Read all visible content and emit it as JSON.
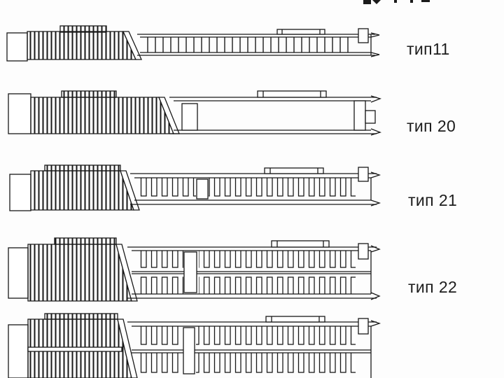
{
  "diagram": {
    "rows": [
      {
        "id": "type-11",
        "label": "тип11"
      },
      {
        "id": "type-20",
        "label": "тип 20"
      },
      {
        "id": "type-21",
        "label": "тип 21"
      },
      {
        "id": "type-22",
        "label": "тип 22"
      },
      {
        "id": "type-33-partial",
        "label": ""
      }
    ],
    "colors": {
      "line": "#191919",
      "text": "#1c1c1c",
      "background": "#fdfdfd"
    }
  }
}
